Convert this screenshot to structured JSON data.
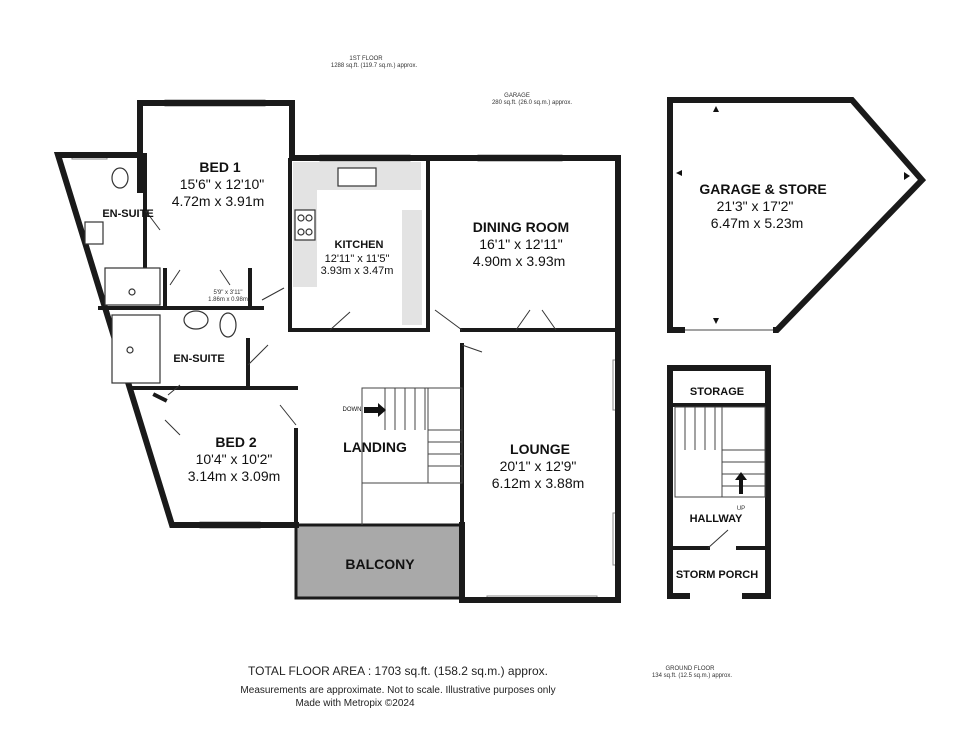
{
  "headers": {
    "first_floor": "1ST FLOOR",
    "first_floor_area": "1288 sq.ft. (119.7 sq.m.) approx.",
    "garage": "GARAGE",
    "garage_area": "280 sq.ft. (26.0 sq.m.) approx.",
    "ground_floor": "GROUND FLOOR",
    "ground_floor_area": "134 sq.ft. (12.5 sq.m.) approx."
  },
  "rooms": {
    "bed1": {
      "name": "BED 1",
      "imperial": "15'6\" x 12'10\"",
      "metric": "4.72m x 3.91m"
    },
    "ensuite1": {
      "name": "EN-SUITE"
    },
    "kitchen": {
      "name": "KITCHEN",
      "imperial": "12'11\" x 11'5\"",
      "metric": "3.93m x 3.47m"
    },
    "dining": {
      "name": "DINING ROOM",
      "imperial": "16'1\" x 12'11\"",
      "metric": "4.90m x 3.93m"
    },
    "garage": {
      "name": "GARAGE & STORE",
      "imperial": "21'3\" x 17'2\"",
      "metric": "6.47m x 5.23m"
    },
    "ensuite2": {
      "name": "EN-SUITE"
    },
    "bed2": {
      "name": "BED 2",
      "imperial": "10'4\" x 10'2\"",
      "metric": "3.14m x 3.09m"
    },
    "landing": {
      "name": "LANDING",
      "down": "DOWN"
    },
    "lounge": {
      "name": "LOUNGE",
      "imperial": "20'1\" x 12'9\"",
      "metric": "6.12m x 3.88m"
    },
    "balcony": {
      "name": "BALCONY"
    },
    "storage": {
      "name": "STORAGE"
    },
    "hallway": {
      "name": "HALLWAY",
      "up": "UP"
    },
    "porch": {
      "name": "STORM PORCH"
    },
    "wardrobe": {
      "imperial": "5'9\" x 3'11\"",
      "metric": "1.86m x 0.98m"
    }
  },
  "footer": {
    "total": "TOTAL FLOOR AREA : 1703 sq.ft. (158.2 sq.m.) approx.",
    "disclaimer": "Measurements are approximate.  Not to scale.  Illustrative purposes only",
    "made_with": "Made with Metropix ©2024"
  }
}
